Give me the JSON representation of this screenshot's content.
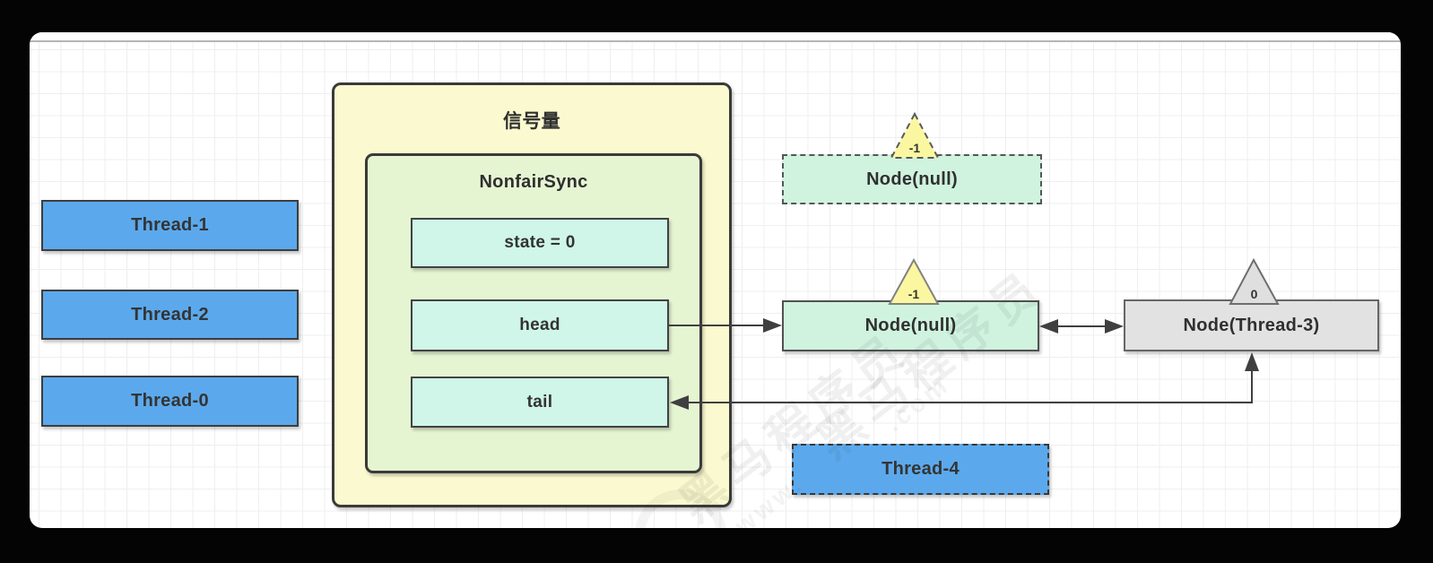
{
  "left_threads": [
    {
      "label": "Thread-1"
    },
    {
      "label": "Thread-2"
    },
    {
      "label": "Thread-0"
    }
  ],
  "semaphore": {
    "title": "信号量",
    "sync": {
      "title": "NonfairSync",
      "fields": [
        {
          "label": "state = 0"
        },
        {
          "label": "head"
        },
        {
          "label": "tail"
        }
      ]
    }
  },
  "queue": {
    "detached_node": {
      "label": "Node(null)",
      "wait_status": "-1"
    },
    "head_node": {
      "label": "Node(null)",
      "wait_status": "-1"
    },
    "tail_node": {
      "label": "Node(Thread-3)",
      "wait_status": "0"
    }
  },
  "blocked_thread": {
    "label": "Thread-4"
  },
  "watermark": {
    "brand": "黑马程序员",
    "url_prefix": "www.",
    "url_suffix": ".com"
  },
  "colors": {
    "frame": "#040404",
    "thread_fill": "#5BA9EC",
    "semaphore_fill": "#FBF9CF",
    "sync_fill": "#E5F5D2",
    "field_fill": "#CFF6E9",
    "node_fill": "#CFF3DF",
    "gray_node_fill": "#E2E2E2",
    "triangle_yellow": "#FBF7A0",
    "triangle_gray": "#DFDFDF",
    "arrow": "#3F3F3F",
    "text": "#333333"
  }
}
